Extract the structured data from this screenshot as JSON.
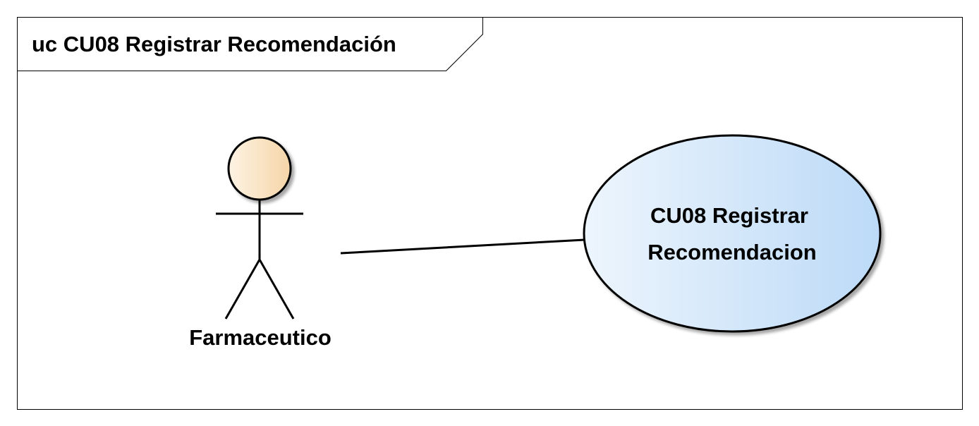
{
  "diagram": {
    "frame_title": "uc CU08 Registrar Recomendación",
    "actor": {
      "name": "Farmaceutico"
    },
    "use_case": {
      "line1": "CU08 Registrar",
      "line2": "Recomendacion"
    }
  },
  "colors": {
    "actor_head_light": "#fdf3e3",
    "actor_head_dark": "#f5d5a8",
    "usecase_light": "#edf5fd",
    "usecase_dark": "#bcdaf7",
    "stroke": "#000000",
    "frame_stroke": "#000000"
  }
}
